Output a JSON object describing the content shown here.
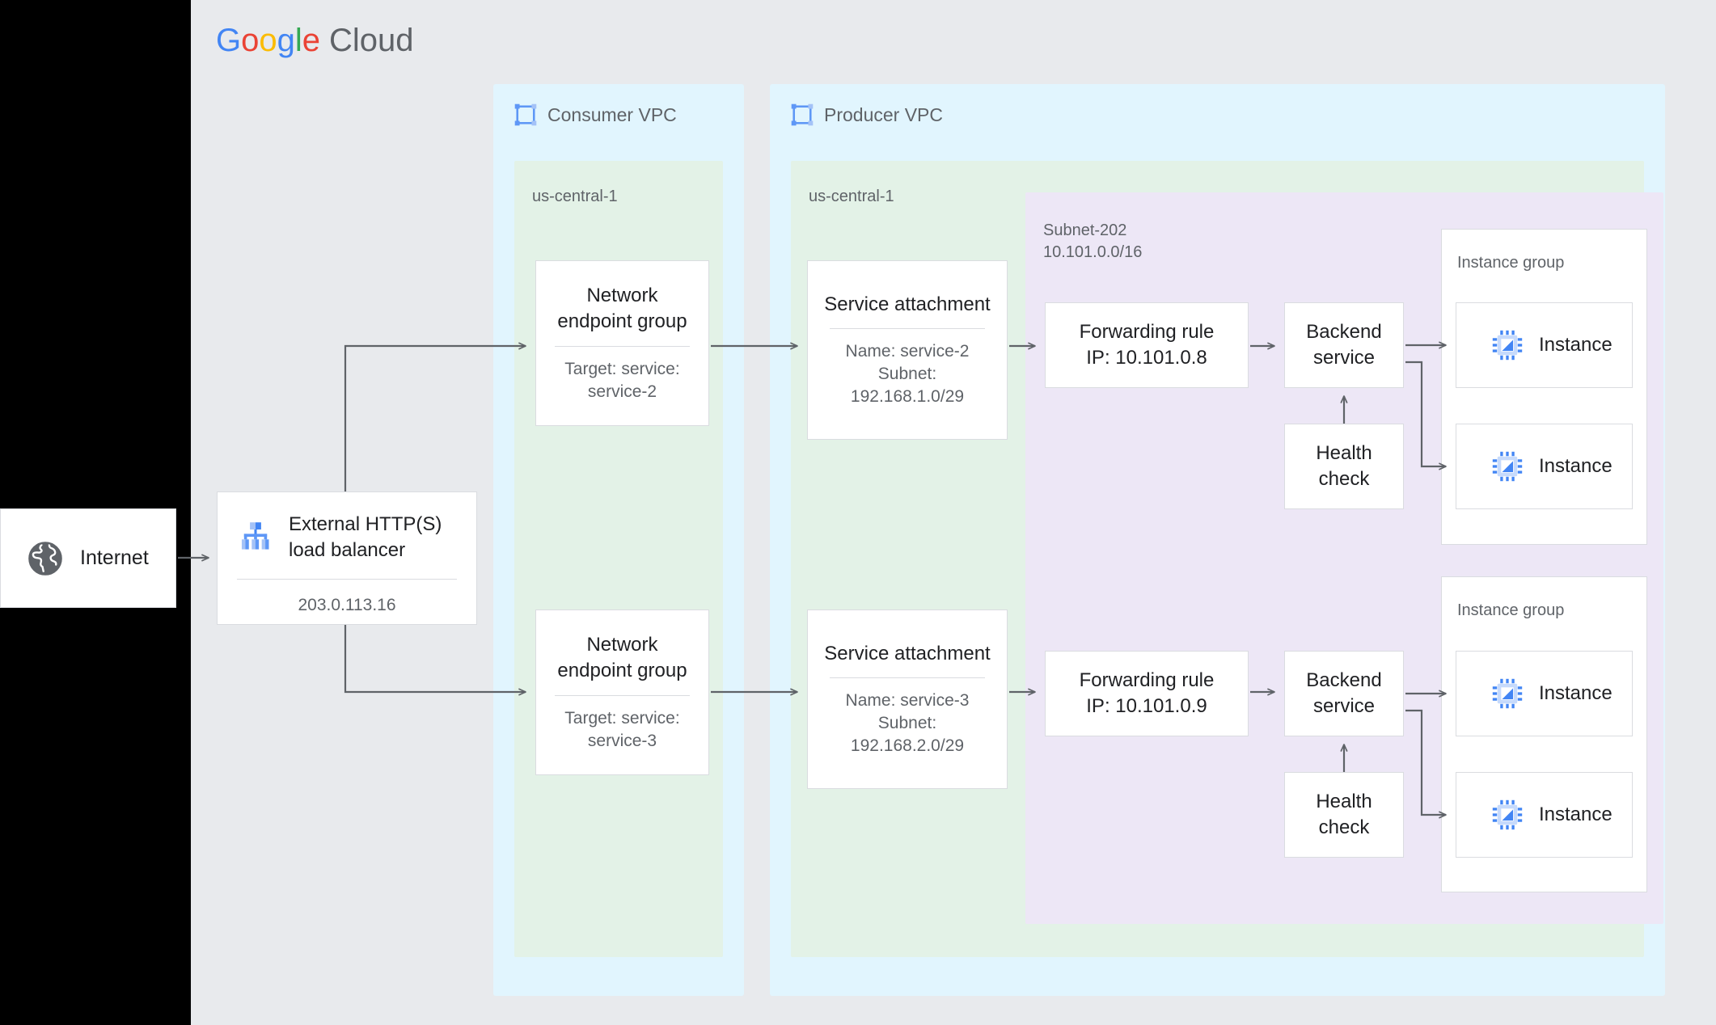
{
  "brand": {
    "logo_text": "Google Cloud",
    "logo_letters": [
      "G",
      "o",
      "o",
      "g",
      "l",
      "e"
    ],
    "logo_suffix": "Cloud",
    "colors": {
      "blue": "#4285f4",
      "red": "#ea4335",
      "yellow": "#fbbc05",
      "green": "#34a853",
      "gray": "#5f6368",
      "page_bg": "#e8eaed",
      "vpc_bg": "#e1f5fe",
      "region_bg": "#e3f2e7",
      "subnet_bg": "#ede7f6",
      "card_border": "#dadce0",
      "wire": "#5f6368"
    }
  },
  "internet": {
    "label": "Internet",
    "icon": "globe-icon"
  },
  "load_balancer": {
    "title": "External HTTP(S)\nload balancer",
    "ip": "203.0.113.16",
    "icon": "load-balancer-icon"
  },
  "consumer_vpc": {
    "title": "Consumer VPC",
    "icon": "vpc-icon",
    "region": "us-central-1",
    "nodes": [
      {
        "title": "Network\nendpoint group",
        "sub": "Target: service:\nservice-2"
      },
      {
        "title": "Network\nendpoint group",
        "sub": "Target: service:\nservice-3"
      }
    ]
  },
  "producer_vpc": {
    "title": "Producer VPC",
    "icon": "vpc-icon",
    "region": "us-central-1",
    "service_attachments": [
      {
        "title": "Service attachment",
        "sub": "Name: service-2\nSubnet:\n192.168.1.0/29"
      },
      {
        "title": "Service attachment",
        "sub": "Name: service-3\nSubnet:\n192.168.2.0/29"
      }
    ],
    "subnet": {
      "name": "Subnet-202",
      "cidr": "10.101.0.0/16",
      "label": "Subnet-202\n10.101.0.0/16"
    },
    "rows": [
      {
        "forwarding_rule": "Forwarding rule\nIP: 10.101.0.8",
        "backend_service": "Backend\nservice",
        "health_check": "Health\ncheck",
        "instance_group": {
          "label": "Instance group",
          "instances": [
            {
              "label": "Instance",
              "icon": "instance-chip-icon"
            },
            {
              "label": "Instance",
              "icon": "instance-chip-icon"
            }
          ]
        }
      },
      {
        "forwarding_rule": "Forwarding rule\nIP: 10.101.0.9",
        "backend_service": "Backend\nservice",
        "health_check": "Health\ncheck",
        "instance_group": {
          "label": "Instance group",
          "instances": [
            {
              "label": "Instance",
              "icon": "instance-chip-icon"
            },
            {
              "label": "Instance",
              "icon": "instance-chip-icon"
            }
          ]
        }
      }
    ]
  }
}
